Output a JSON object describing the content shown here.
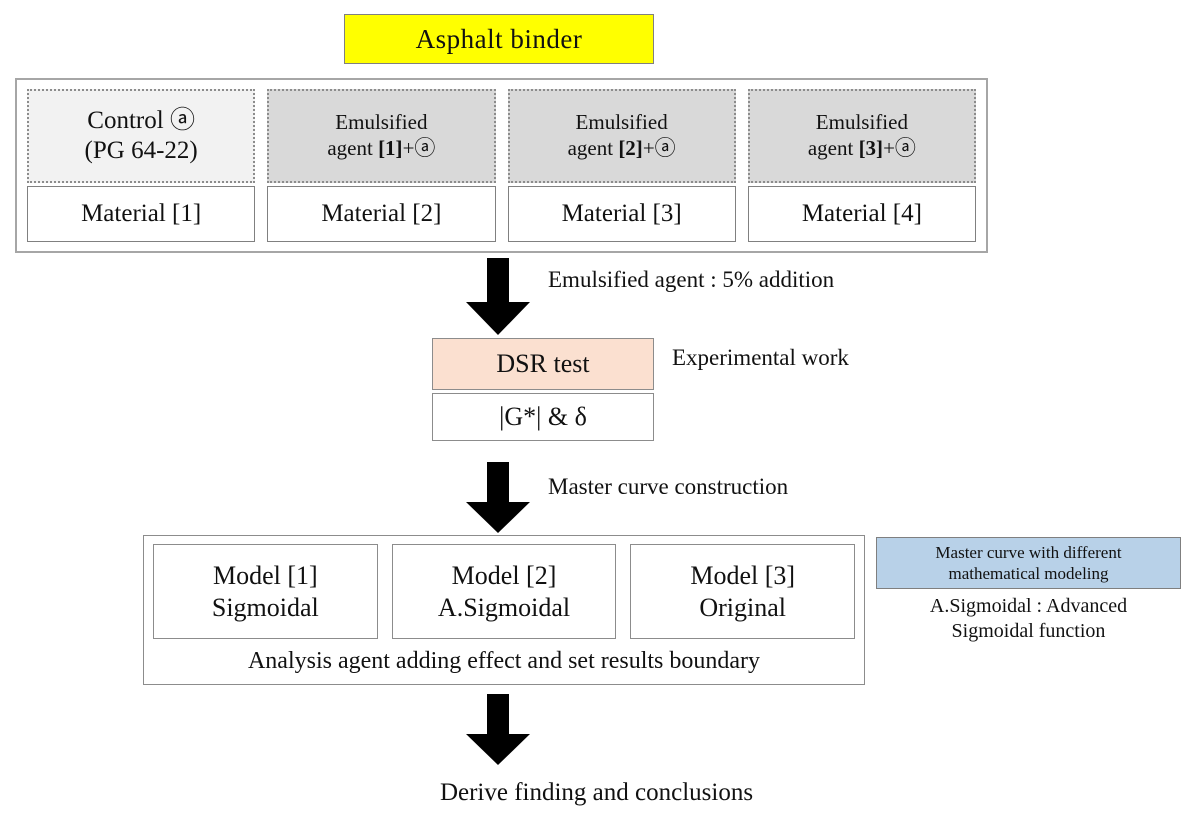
{
  "title": {
    "label": "Asphalt binder",
    "color": "#ffff00"
  },
  "materials": {
    "columns": [
      {
        "agent_line1": "Control ⓐ",
        "agent_line2": "(PG 64-22)",
        "agent_fill": "#f2f2f2",
        "material": "Material [1]"
      },
      {
        "agent_line1": "Emulsified",
        "agent_line2_pre": "agent ",
        "agent_index": "[1]",
        "agent_line2_post": "+ⓐ",
        "agent_fill": "#d9d9d9",
        "material": "Material [2]"
      },
      {
        "agent_line1": "Emulsified",
        "agent_line2_pre": "agent ",
        "agent_index": "[2]",
        "agent_line2_post": "+ⓐ",
        "agent_fill": "#d9d9d9",
        "material": "Material [3]"
      },
      {
        "agent_line1": "Emulsified",
        "agent_line2_pre": "agent ",
        "agent_index": "[3]",
        "agent_line2_post": "+ⓐ",
        "agent_fill": "#d9d9d9",
        "material": "Material [4]"
      }
    ]
  },
  "captions": {
    "emulsified_addition": "Emulsified agent : 5% addition",
    "experimental_work": "Experimental work",
    "master_curve_construction": "Master curve construction"
  },
  "experimental": {
    "dsr_test": "DSR test",
    "dsr_fill": "#fbe0d0",
    "gstar_delta": "|G*| & δ"
  },
  "models": {
    "items": [
      {
        "line1": "Model [1]",
        "line2": "Sigmoidal"
      },
      {
        "line1": "Model [2]",
        "line2": "A.Sigmoidal"
      },
      {
        "line1": "Model [3]",
        "line2": "Original"
      }
    ],
    "analysis_note": "Analysis agent adding effect and set results boundary"
  },
  "legend": {
    "header_line1": "Master curve with different",
    "header_line2": "mathematical  modeling",
    "header_fill": "#b8d1e8",
    "note_line1": "A.Sigmoidal : Advanced",
    "note_line2": "Sigmoidal  function"
  },
  "conclusion": {
    "label": "Derive finding and conclusions"
  },
  "icons": {
    "arrow_down": "arrow-down-icon"
  }
}
